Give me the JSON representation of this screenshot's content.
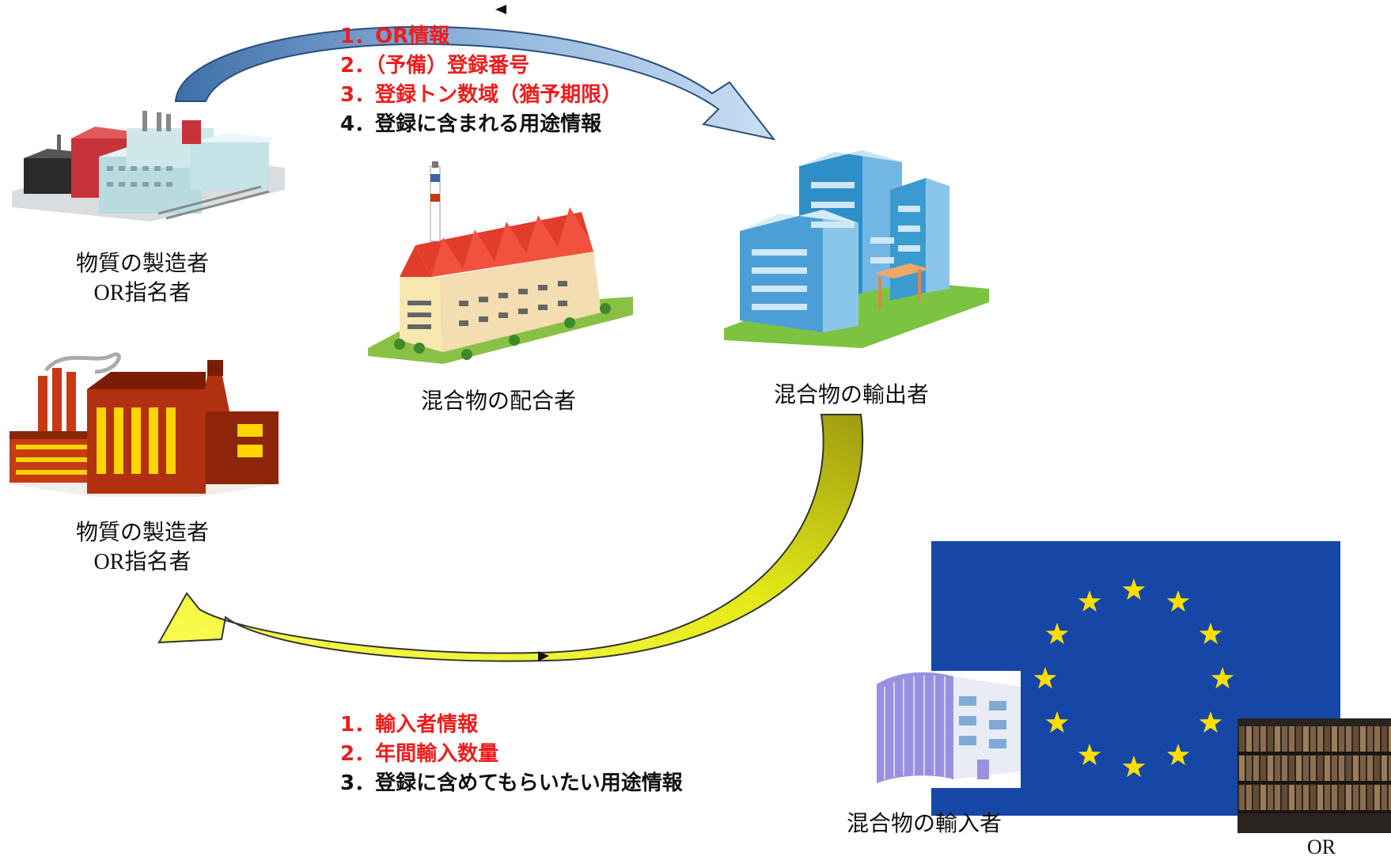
{
  "top_flow": {
    "items": [
      {
        "text": "1．OR情報",
        "color": "#ee1c1c"
      },
      {
        "text": "2．（予備）登録番号",
        "color": "#ee1c1c"
      },
      {
        "text": "3．登録トン数域（猶予期限）",
        "color": "#ee1c1c"
      },
      {
        "text": "4．登録に含まれる用途情報",
        "color": "#111111"
      }
    ]
  },
  "bottom_flow": {
    "items": [
      {
        "text": "1．輸入者情報",
        "color": "#ee1c1c"
      },
      {
        "text": "2．年間輸入数量",
        "color": "#ee1c1c"
      },
      {
        "text": "3．登録に含めてもらいたい用途情報",
        "color": "#111111"
      }
    ]
  },
  "actors": {
    "manufacturer_top": {
      "line1": "物質の製造者",
      "line2": "OR指名者"
    },
    "manufacturer_bottom": {
      "line1": "物質の製造者",
      "line2": "OR指名者"
    },
    "formulator": {
      "label": "混合物の配合者"
    },
    "exporter": {
      "label": "混合物の輸出者"
    },
    "importer": {
      "label": "混合物の輸入者"
    },
    "or": {
      "label": "OR"
    }
  },
  "colors": {
    "top_arrow": "#8fb4dc",
    "bottom_arrow": "#e9ef1a",
    "eu_flag": "#1747a6",
    "eu_star": "#ffde00"
  }
}
